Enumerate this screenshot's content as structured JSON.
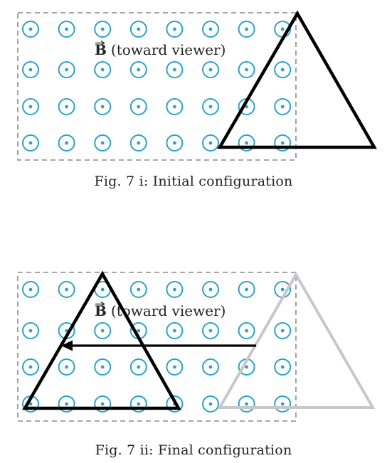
{
  "figures": [
    {
      "id": "initial",
      "caption": "Fig. 7 i: Initial configuration",
      "field_label_symbol": "B",
      "field_label_text": "(toward viewer)"
    },
    {
      "id": "final",
      "caption": "Fig. 7 ii: Final configuration",
      "field_label_symbol": "B",
      "field_label_text": "(toward viewer)"
    }
  ],
  "colors": {
    "field_symbol": "#29a3cc",
    "region_border": "#8a8a8a",
    "loop": "#000000",
    "loop_ghost": "#c8c8c8",
    "arrow": "#000000",
    "text": "#222222"
  },
  "field_grid": {
    "rows": 4,
    "columns": 8,
    "symbol": "dot-in-circle",
    "direction": "toward viewer"
  },
  "icons": {
    "field_symbol": "out-of-page-field-icon",
    "motion": "left-arrow-icon"
  }
}
